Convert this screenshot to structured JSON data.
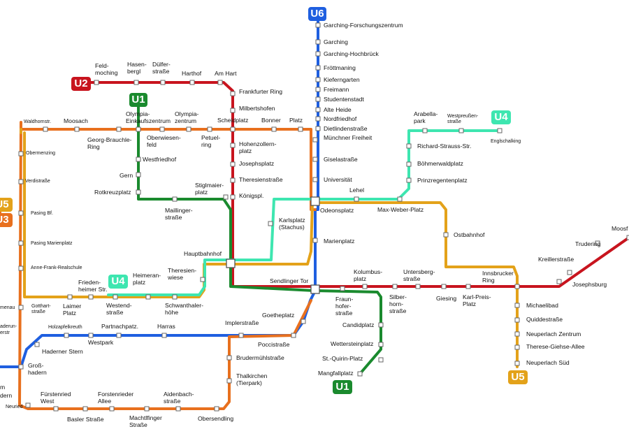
{
  "lines": {
    "U1": {
      "label": "U1",
      "color": "#1a8a2e"
    },
    "U2": {
      "label": "U2",
      "color": "#c8141e"
    },
    "U3": {
      "label": "U3",
      "color": "#e8701e"
    },
    "U4": {
      "label": "U4",
      "color": "#3ee6b0"
    },
    "U5": {
      "label": "U5",
      "color": "#e3a21a"
    },
    "U6": {
      "label": "U6",
      "color": "#1f5fe0"
    }
  },
  "stations": [
    {
      "id": "garching-forschungszentrum",
      "name": "Garching-Forschungszentrum"
    },
    {
      "id": "garching",
      "name": "Garching"
    },
    {
      "id": "garching-hochbrueck",
      "name": "Garching-Hochbrück"
    },
    {
      "id": "froettmaning",
      "name": "Fröttmaning"
    },
    {
      "id": "kieferngarten",
      "name": "Kieferngarten"
    },
    {
      "id": "freimann",
      "name": "Freimann"
    },
    {
      "id": "studentenstadt",
      "name": "Studentenstadt"
    },
    {
      "id": "alte-heide",
      "name": "Alte Heide"
    },
    {
      "id": "nordfriedhof",
      "name": "Nordfriedhof"
    },
    {
      "id": "dietlindenstrasse",
      "name": "Dietlindenstraße"
    },
    {
      "id": "muenchner-freiheit",
      "name": "Münchner Freiheit"
    },
    {
      "id": "giselastrasse",
      "name": "Giselastraße"
    },
    {
      "id": "universitaet",
      "name": "Universität"
    },
    {
      "id": "odeonsplatz",
      "name": "Odeonsplatz"
    },
    {
      "id": "marienplatz",
      "name": "Marienplatz"
    },
    {
      "id": "sendlinger-tor",
      "name": "Sendlinger Tor"
    },
    {
      "id": "goetheplatz",
      "name": "Goetheplatz"
    },
    {
      "id": "poccistrasse",
      "name": "Poccistraße"
    },
    {
      "id": "implerstrasse",
      "name": "Implerstraße"
    },
    {
      "id": "harras",
      "name": "Harras"
    },
    {
      "id": "partnachplatz",
      "name": "Partnachpatz."
    },
    {
      "id": "westpark",
      "name": "Westpark"
    },
    {
      "id": "holzapfelkreuth",
      "name": "Holzapfelkreuth"
    },
    {
      "id": "haderner-stern",
      "name": "Haderner Stern"
    },
    {
      "id": "grosshadern",
      "name": "Groß-\nhadern"
    },
    {
      "id": "feldmoching",
      "name": "Feld-\nmoching"
    },
    {
      "id": "hasenbergl",
      "name": "Hasen-\nbergl"
    },
    {
      "id": "duelferstrasse",
      "name": "Dülfer-\nstraße"
    },
    {
      "id": "harthof",
      "name": "Harthof"
    },
    {
      "id": "am-hart",
      "name": "Am Hart"
    },
    {
      "id": "frankfurter-ring",
      "name": "Frankfurter Ring"
    },
    {
      "id": "milbertshofen",
      "name": "Milbertshofen"
    },
    {
      "id": "scheidplatz",
      "name": "Scheidplatz"
    },
    {
      "id": "hohenzollernplatz",
      "name": "Hohenzollern-\nplatz"
    },
    {
      "id": "josephsplatz",
      "name": "Josephsplatz"
    },
    {
      "id": "theresienstrasse",
      "name": "Theresienstraße"
    },
    {
      "id": "koenigsplatz",
      "name": "Königspl."
    },
    {
      "id": "hauptbahnhof",
      "name": "Hauptbahnhof"
    },
    {
      "id": "fraunhoferstrasse",
      "name": "Fraun-\nhofer-\nstraße"
    },
    {
      "id": "kolumbusplatz",
      "name": "Kolumbus-\nplatz"
    },
    {
      "id": "silberhornstrasse",
      "name": "Silber-\nhorn-\nstraße"
    },
    {
      "id": "untersbergstrasse",
      "name": "Untersberg-\nstraße"
    },
    {
      "id": "giesing",
      "name": "Giesing"
    },
    {
      "id": "karl-preis-platz",
      "name": "Karl-Preis-\nPlatz"
    },
    {
      "id": "innsbrucker-ring",
      "name": "Innsbrucker\nRing"
    },
    {
      "id": "josephsburg",
      "name": "Josephsburg"
    },
    {
      "id": "kreillerstrasse",
      "name": "Kreillerstraße"
    },
    {
      "id": "trudering",
      "name": "Trudering"
    },
    {
      "id": "moosfeld",
      "name": "Moosf"
    },
    {
      "id": "candidplatz",
      "name": "Candidplatz"
    },
    {
      "id": "wettersteinplatz",
      "name": "Wettersteinplatz"
    },
    {
      "id": "st-quirin-platz",
      "name": "St.-Quirin-Platz"
    },
    {
      "id": "mangfallplatz",
      "name": "Mangfallplatz"
    },
    {
      "id": "olympia-einkaufszentrum",
      "name": "Olympia-\nEinkaufszentrum"
    },
    {
      "id": "oberwiesenfeld",
      "name": "Oberwiesen-\nfeld"
    },
    {
      "id": "westfriedhof",
      "name": "Westfriedhof"
    },
    {
      "id": "gern",
      "name": "Gern"
    },
    {
      "id": "rotkreuzplatz",
      "name": "Rotkreuzplatz"
    },
    {
      "id": "maillingerstrasse",
      "name": "Maillinger-\nstraße"
    },
    {
      "id": "stiglmaierplatz",
      "name": "Stiglmaier-\nplatz"
    },
    {
      "id": "moosach",
      "name": "Moosach"
    },
    {
      "id": "moosacher-st-martins-platz",
      "name": "Waldhornstr."
    },
    {
      "id": "georg-brauchle-ring",
      "name": "Georg-Brauchle-\nRing"
    },
    {
      "id": "olympiazentrum",
      "name": "Olympia-\nzentrum"
    },
    {
      "id": "petuelring",
      "name": "Petuel-\nring"
    },
    {
      "id": "bonner-platz",
      "name": "Bonner"
    },
    {
      "id": "platz-label",
      "name": "Platz"
    },
    {
      "id": "obermenzing",
      "name": "Obermenzing"
    },
    {
      "id": "verdistrasse",
      "name": "Verdistraße"
    },
    {
      "id": "pasing-bf",
      "name": "Pasing Bf."
    },
    {
      "id": "pasing-marienplatz",
      "name": "Pasing Marienplatz"
    },
    {
      "id": "anne-frank-realschule",
      "name": "Anne-Frank-Realschule"
    },
    {
      "id": "gotthardstrasse",
      "name": "Gotthart-\nstraße"
    },
    {
      "id": "laimer-platz",
      "name": "Laimer\nPlatz"
    },
    {
      "id": "friedenheimer-strasse",
      "name": "Frieden-\nheimer Str."
    },
    {
      "id": "westendstrasse",
      "name": "Westend-\nstraße"
    },
    {
      "id": "heimeranplatz",
      "name": "Heimeran-\nplatz"
    },
    {
      "id": "schwanthalerhoehe",
      "name": "Schwanthaler-\nhöhe"
    },
    {
      "id": "theresienwiese",
      "name": "Theresien-\nwiese"
    },
    {
      "id": "karlsplatz",
      "name": "Karlsplatz\n(Stachus)"
    },
    {
      "id": "lehel",
      "name": "Lehel"
    },
    {
      "id": "max-weber-platz",
      "name": "Max-Weber-Platz"
    },
    {
      "id": "ostbahnhof",
      "name": "Ostbahnhof"
    },
    {
      "id": "michaelibad",
      "name": "Michaelibad"
    },
    {
      "id": "quiddestrasse",
      "name": "Quiddestraße"
    },
    {
      "id": "neuperlach-zentrum",
      "name": "Neuperlach Zentrum"
    },
    {
      "id": "therese-giehse-allee",
      "name": "Therese-Giehse-Allee"
    },
    {
      "id": "neuperlach-sued",
      "name": "Neuperlach Süd"
    },
    {
      "id": "arabellapark",
      "name": "Arabella-\npark"
    },
    {
      "id": "westpreussenstrasse",
      "name": "Westpreußen-\nstraße"
    },
    {
      "id": "englschalking",
      "name": "Englschalking"
    },
    {
      "id": "richard-strauss-strasse",
      "name": "Richard-Strauss-Str."
    },
    {
      "id": "boehmerwaldplatz",
      "name": "Böhmerwaldplatz"
    },
    {
      "id": "prinzregentenplatz",
      "name": "Prinzregentenplatz"
    },
    {
      "id": "brudermuehlstrasse",
      "name": "Brudermühlstraße"
    },
    {
      "id": "thalkirchen",
      "name": "Thalkirchen\n(Tierpark)"
    },
    {
      "id": "obersendling",
      "name": "Obersendling"
    },
    {
      "id": "aidenbachstrasse",
      "name": "Aidenbach-\nstraße"
    },
    {
      "id": "machtlfinger-strasse",
      "name": "Machtlfinger\nStraße"
    },
    {
      "id": "forstenrieder-allee",
      "name": "Forstenrieder\nAllee"
    },
    {
      "id": "basler-strasse",
      "name": "Basler Straße"
    },
    {
      "id": "fuerstenried-west",
      "name": "Fürstenried\nWest"
    },
    {
      "id": "neuried",
      "name": "Neuried"
    },
    {
      "id": "edge-menau",
      "name": "menau"
    },
    {
      "id": "edge-aderun",
      "name": "aderun-"
    },
    {
      "id": "edge-erstr",
      "name": "erstr"
    },
    {
      "id": "edge-m",
      "name": "m"
    },
    {
      "id": "edge-dern",
      "name": "dern"
    }
  ]
}
